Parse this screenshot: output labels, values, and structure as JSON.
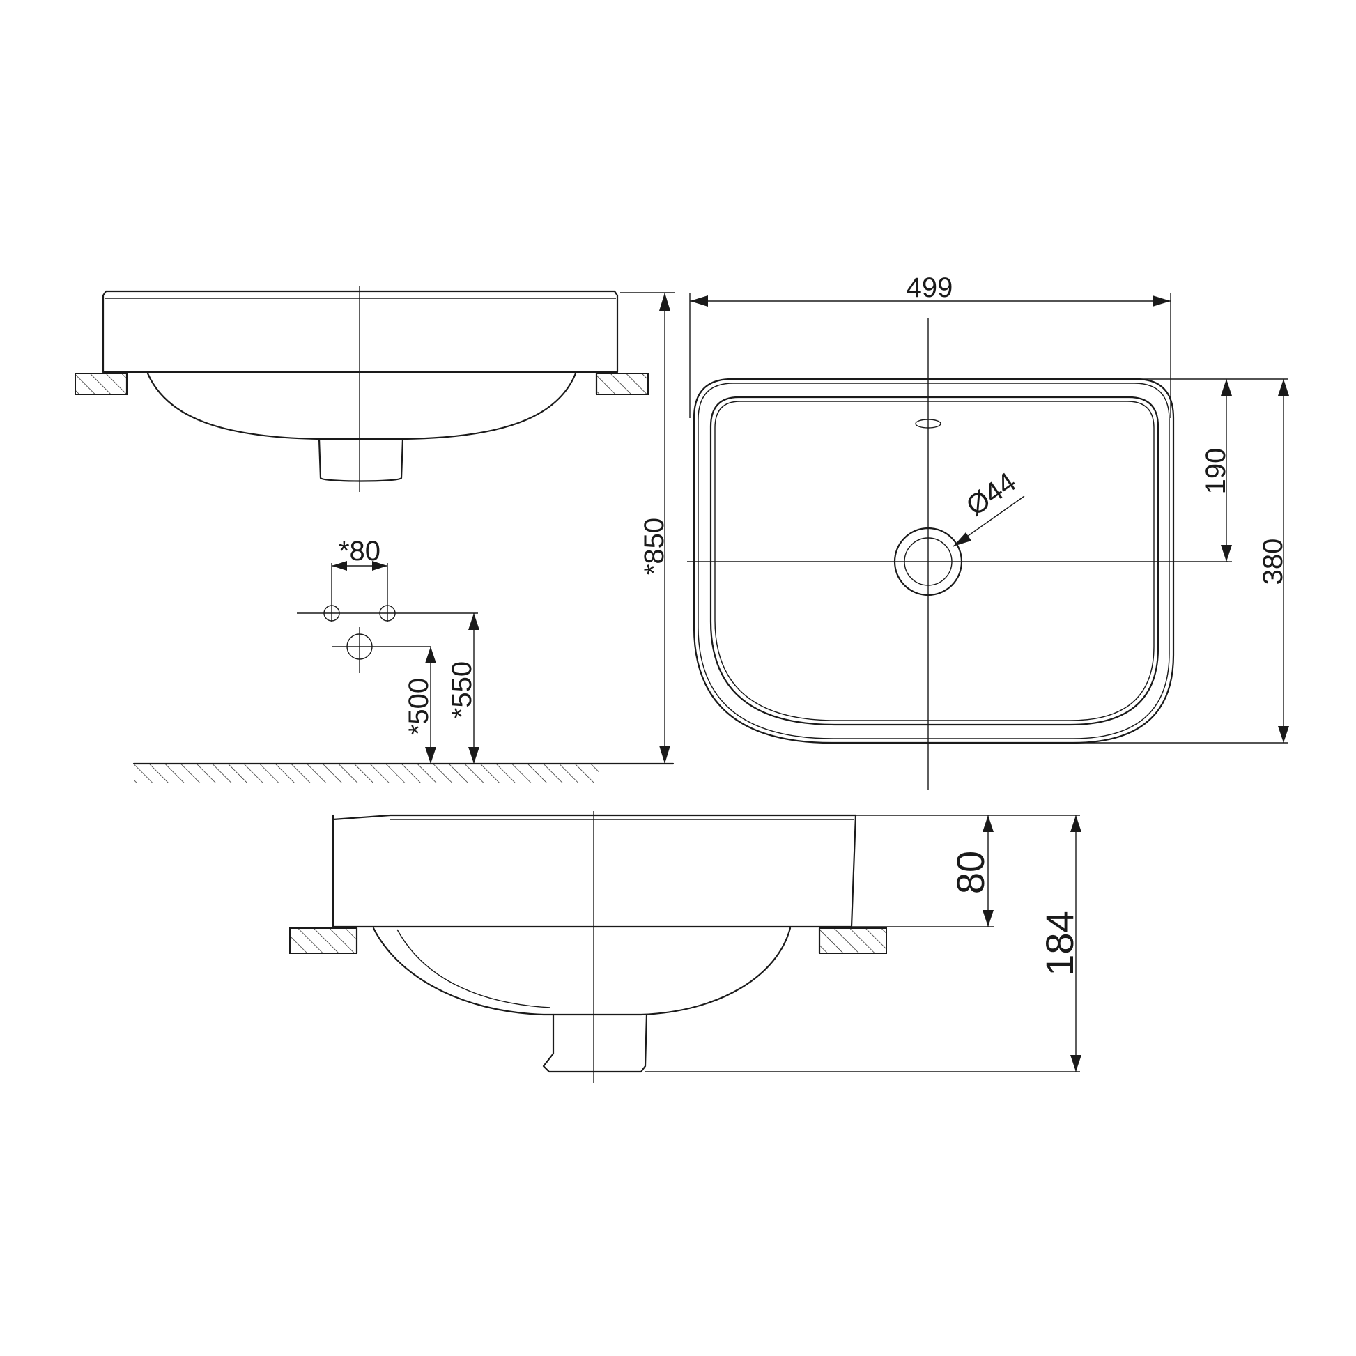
{
  "dimensions": {
    "width_top": "499",
    "depth_total": "380",
    "depth_to_drain": "190",
    "drain_diameter": "Ø44",
    "tap_spacing": "*80",
    "height_floor_to_top": "*850",
    "height_waste": "*500",
    "height_supply": "*550",
    "rim_height": "80",
    "total_height": "184"
  }
}
